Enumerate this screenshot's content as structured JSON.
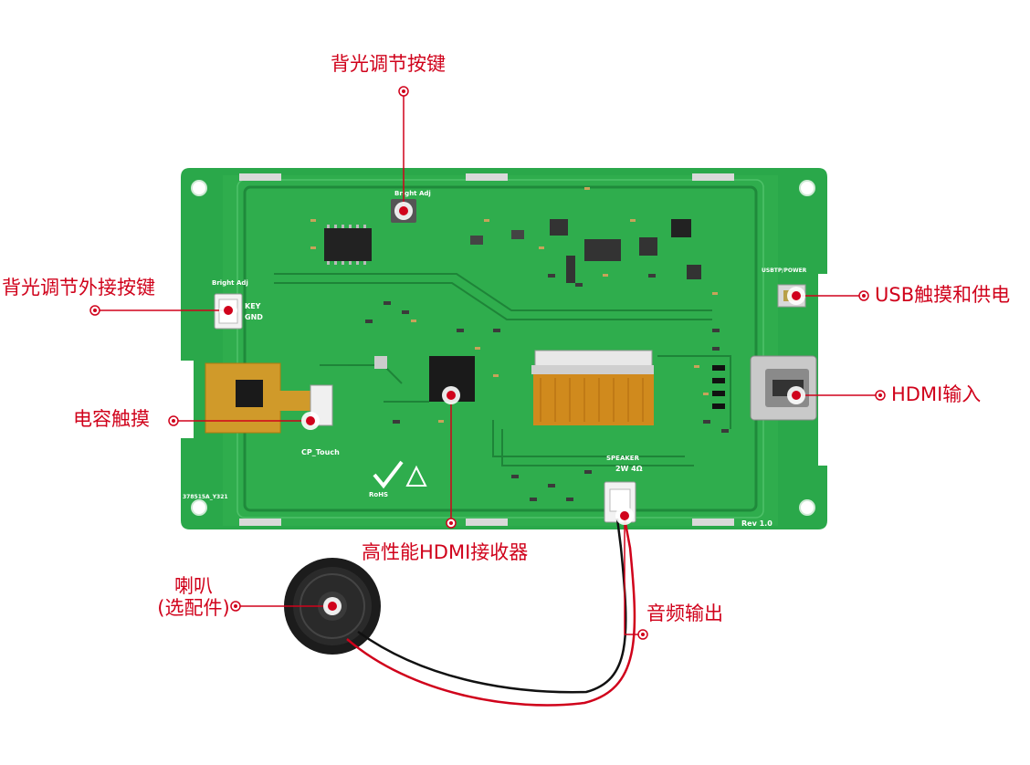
{
  "colors": {
    "accent": "#d0021b",
    "pcb": "#2aa84a",
    "pcb_dark": "#1f8a3b",
    "trace": "#1b7a34",
    "silk": "#ffffff"
  },
  "callouts": {
    "backlight_key": "背光调节按键",
    "backlight_ext_key": "背光调节外接按键",
    "usb_touch_power": "USB触摸和供电",
    "hdmi_input": "HDMI输入",
    "capacitive_touch": "电容触摸",
    "hdmi_receiver": "高性能HDMI接收器",
    "speaker_line1": "喇叭",
    "speaker_line2": "(选配件)",
    "audio_out": "音频输出"
  },
  "board_silk": {
    "bright_adj": "Bright Adj",
    "key": "KEY",
    "gnd": "GND",
    "cp_touch": "CP_Touch",
    "usb_tp_power": "USBTP/POWER",
    "speaker": "SPEAKER",
    "speaker_spec": "2W 4Ω",
    "rev": "Rev 1.0",
    "part_no": "378515A_Y321",
    "rohs": "RoHS"
  }
}
